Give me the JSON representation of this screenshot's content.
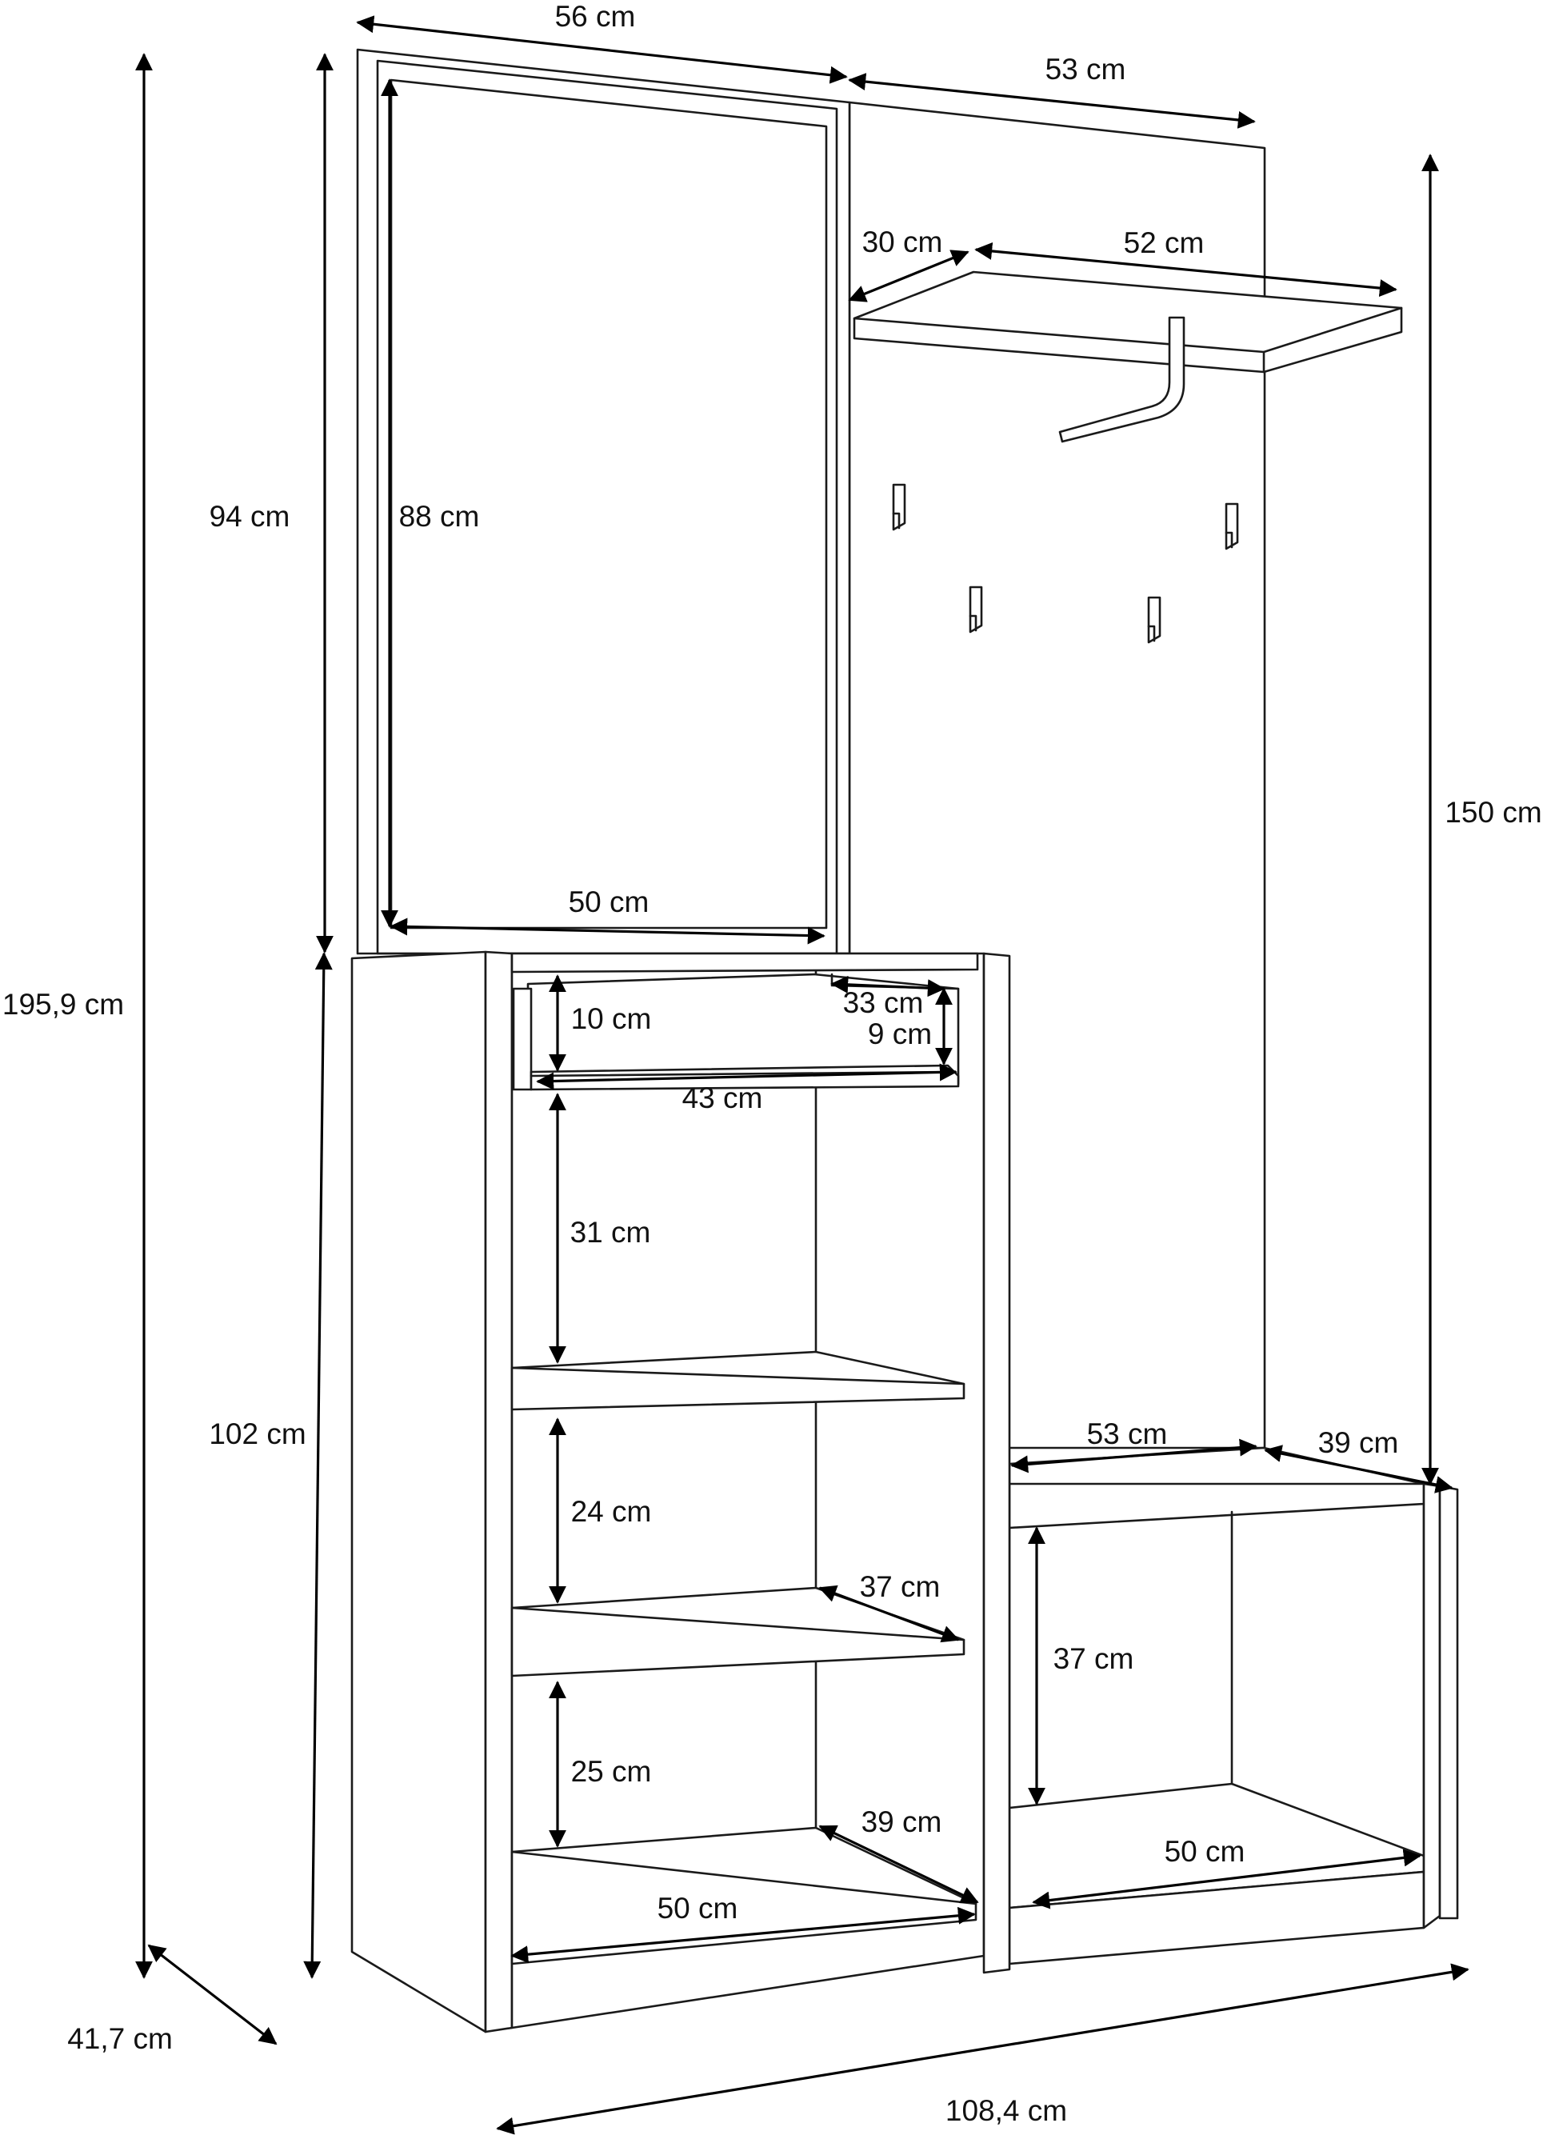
{
  "colors": {
    "line": "#1a1a1a",
    "background": "#ffffff"
  },
  "dimensions": {
    "mirror_panel_width": "56 cm",
    "coat_panel_width": "53 cm",
    "shelf_depth": "30 cm",
    "shelf_width": "52 cm",
    "mirror_panel_height": "94 cm",
    "mirror_height": "88 cm",
    "mirror_width": "50 cm",
    "coat_panel_height": "150 cm",
    "total_height": "195,9 cm",
    "drawer_width": "33 cm",
    "drawer_inner_height": "9 cm",
    "top_compartment_height": "10 cm",
    "drawer_depth": "43 cm",
    "compartment_1_height": "31 cm",
    "tall_cabinet_height": "102 cm",
    "compartment_2_height": "24 cm",
    "shelf_2_depth": "37 cm",
    "compartment_3_height": "25 cm",
    "bottom_depth": "39 cm",
    "bottom_width": "50 cm",
    "bench_width": "53 cm",
    "bench_depth": "39 cm",
    "bench_inner_height": "37 cm",
    "bench_inner_width": "50 cm",
    "total_depth": "41,7 cm",
    "total_width": "108,4 cm"
  }
}
